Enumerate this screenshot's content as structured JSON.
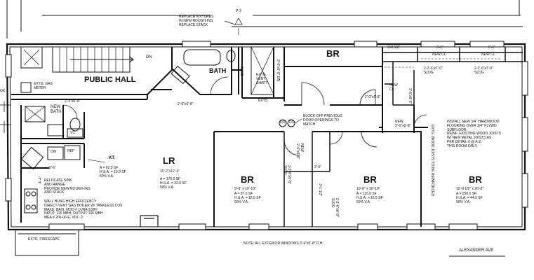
{
  "labels": {
    "public_hall": "PUBLIC HALL",
    "dn_stair": "DN",
    "exist_gas_meter": "EXTG. GAS\nMETER",
    "replace_fixtures": "REPLACE FIXTURES\nIN NEW ROUGH-INS,\nREPLACE STACK",
    "p2_tag": "P-2",
    "bath": "BATH",
    "exist_vent_shaft": "EXTG.\nVENT.\nSHAFT",
    "exts_1": "EXTS",
    "exts_2": "EXTS",
    "dim_bath_w": "2'-6\"x6'-8\"",
    "dim_shaft": "2'-6\"x6'-8\" DN",
    "br_top": "BR",
    "dim_closet_top": "3'-0 1/2\"",
    "new_cl_1": "NEW CL.",
    "new_cl_2": "NEW CL.",
    "dim_31": "3'-1\"",
    "dim_61": "6'-1\"",
    "sldg_1": "2-2'-6\"x7'-0\"\nSLDG",
    "sldg_2": "2-2'-6\"x7'-0\"\nSLDG",
    "new_cl_3": "NEW\nCL.",
    "dim_new_cl_door": "2'-0\"x6'-8\"",
    "dim_vert_1": "2'-6\"x6'-8\"",
    "new_bath": "NEW\nBATH",
    "dim_new_bath": "2'-4\"x6'-8\"",
    "vc": "VC",
    "block_off": "BLOCK-OFF PREVIOUS\nDOOR OPENINGS TO\nMATCH",
    "door_tags": "DO    DO",
    "new_door_dim": "NEW\n2'-6\"x6'-8\"",
    "install_note": "INSTALL NEW 3/4\" HARDWOOD\nFLOORING OVER 3/4\" PLYWD\nSUBFLOOR.\nREINF. EXISTING WOOD JOISTS\nW/ NEW METAL JOISTS AS\nPER DETAIL 6 @ A-2.\nTHIS ROOM ONLY.",
    "joist_note": "EXTG. WOOD JOISTS TO BE REINFORCED",
    "kt": "KT.",
    "dw": "DW",
    "ref": "REF",
    "dim_kt": "8'-6\"",
    "kt_area": "A = 62.5 SF\nH.S.A. = 10.9 SF\n50% V.A.",
    "relocate_sink": "RELOCATE SINK\nAND RANGE\nPROVIDE NEW ROUGH-INS\nAND STACK",
    "boiler_note": "WALL HUNG HIGH EFFICIENCY\nDIRECT VENT GAS BOILER W/ TANKLESS COIL\nMAKE: BAXI, MOD # LUNA 310FI\nINPUT: 126 MBH, OUTPUT 106 MBH\nMEA # 206-00-E, VOL. 2",
    "dim_kt_vert": "4'-4\"",
    "lr": "LR",
    "lr_dim": "15'-2\"x12'-4\"",
    "lr_area": "A = 176.0 SF\nH.S.A. = 33.0 SF\n50% V.A.",
    "br1": "BR",
    "br1_dim": "9'-0\" x 10'-10\"",
    "br1_area": "A = 97.2 SF\nH.S.A. = 16.5 SF\n50% V.A.",
    "br2": "BR",
    "br2_dim": "10'-8\" x 10'-10\"",
    "br2_area": "A = 115.0 SF\nH.S.A. = 16.5 SF\n50% V.A.",
    "br3": "BR",
    "br3_dim": "12'-9 1/2\" x 20'-0\"",
    "br3_area": "A = 250.5 SF\nH.S.A. = 44.5 SF\n50% V.A.",
    "new_door_v1": "NEW\n2'-6\"x6'-8\"",
    "new_door_v2": "2-2'-6\"x6'-8\"\nSLDG",
    "dim_20": "2'-0\"",
    "dim_36": "3'-1 1/2\"",
    "dim_sldg_bot": "2-2'-6\"x6'-8\"\nSLDG",
    "fire_escape": "EXTG. FIRESCAPE",
    "window_note": "NOTE: ALL EXTERIOR WINDOWS 3'-4\"x5'-8\" D.H.",
    "street": "ALEXANDER AVE",
    "ok": "OK"
  }
}
